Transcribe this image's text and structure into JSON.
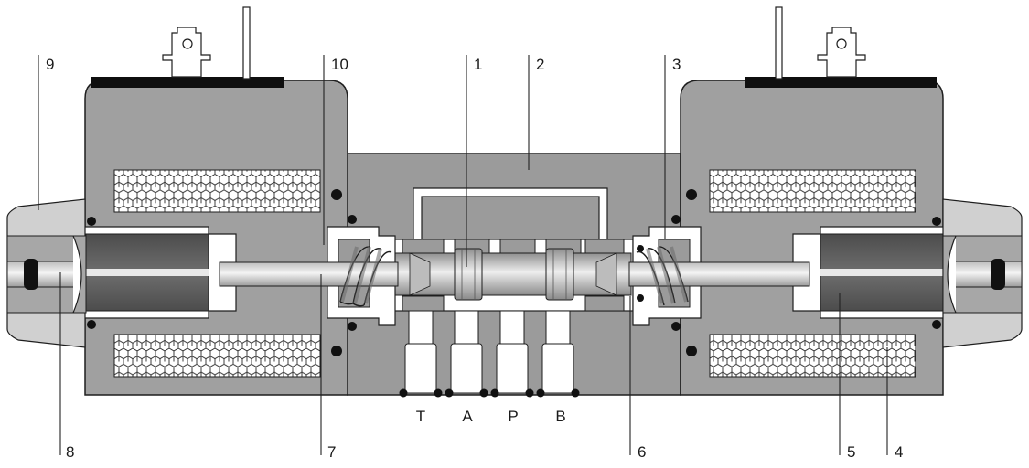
{
  "callouts": {
    "n1": "1",
    "n2": "2",
    "n3": "3",
    "n4": "4",
    "n5": "5",
    "n6": "6",
    "n7": "7",
    "n8": "8",
    "n9": "9",
    "n10": "10"
  },
  "ports": {
    "t": "T",
    "a": "A",
    "p": "P",
    "b": "B"
  },
  "colors": {
    "body": "#9a9a9a",
    "housing": "#a3a3a3",
    "dark": "#5a5a5a",
    "light": "#d2d2d2",
    "white": "#ffffff",
    "outline": "#1e1e1e",
    "coil_cap": "#0f0f0f"
  },
  "icons": {
    "coil": "honeycomb-coil-winding",
    "spring": "helical-spring",
    "seal": "o-ring-seal"
  }
}
